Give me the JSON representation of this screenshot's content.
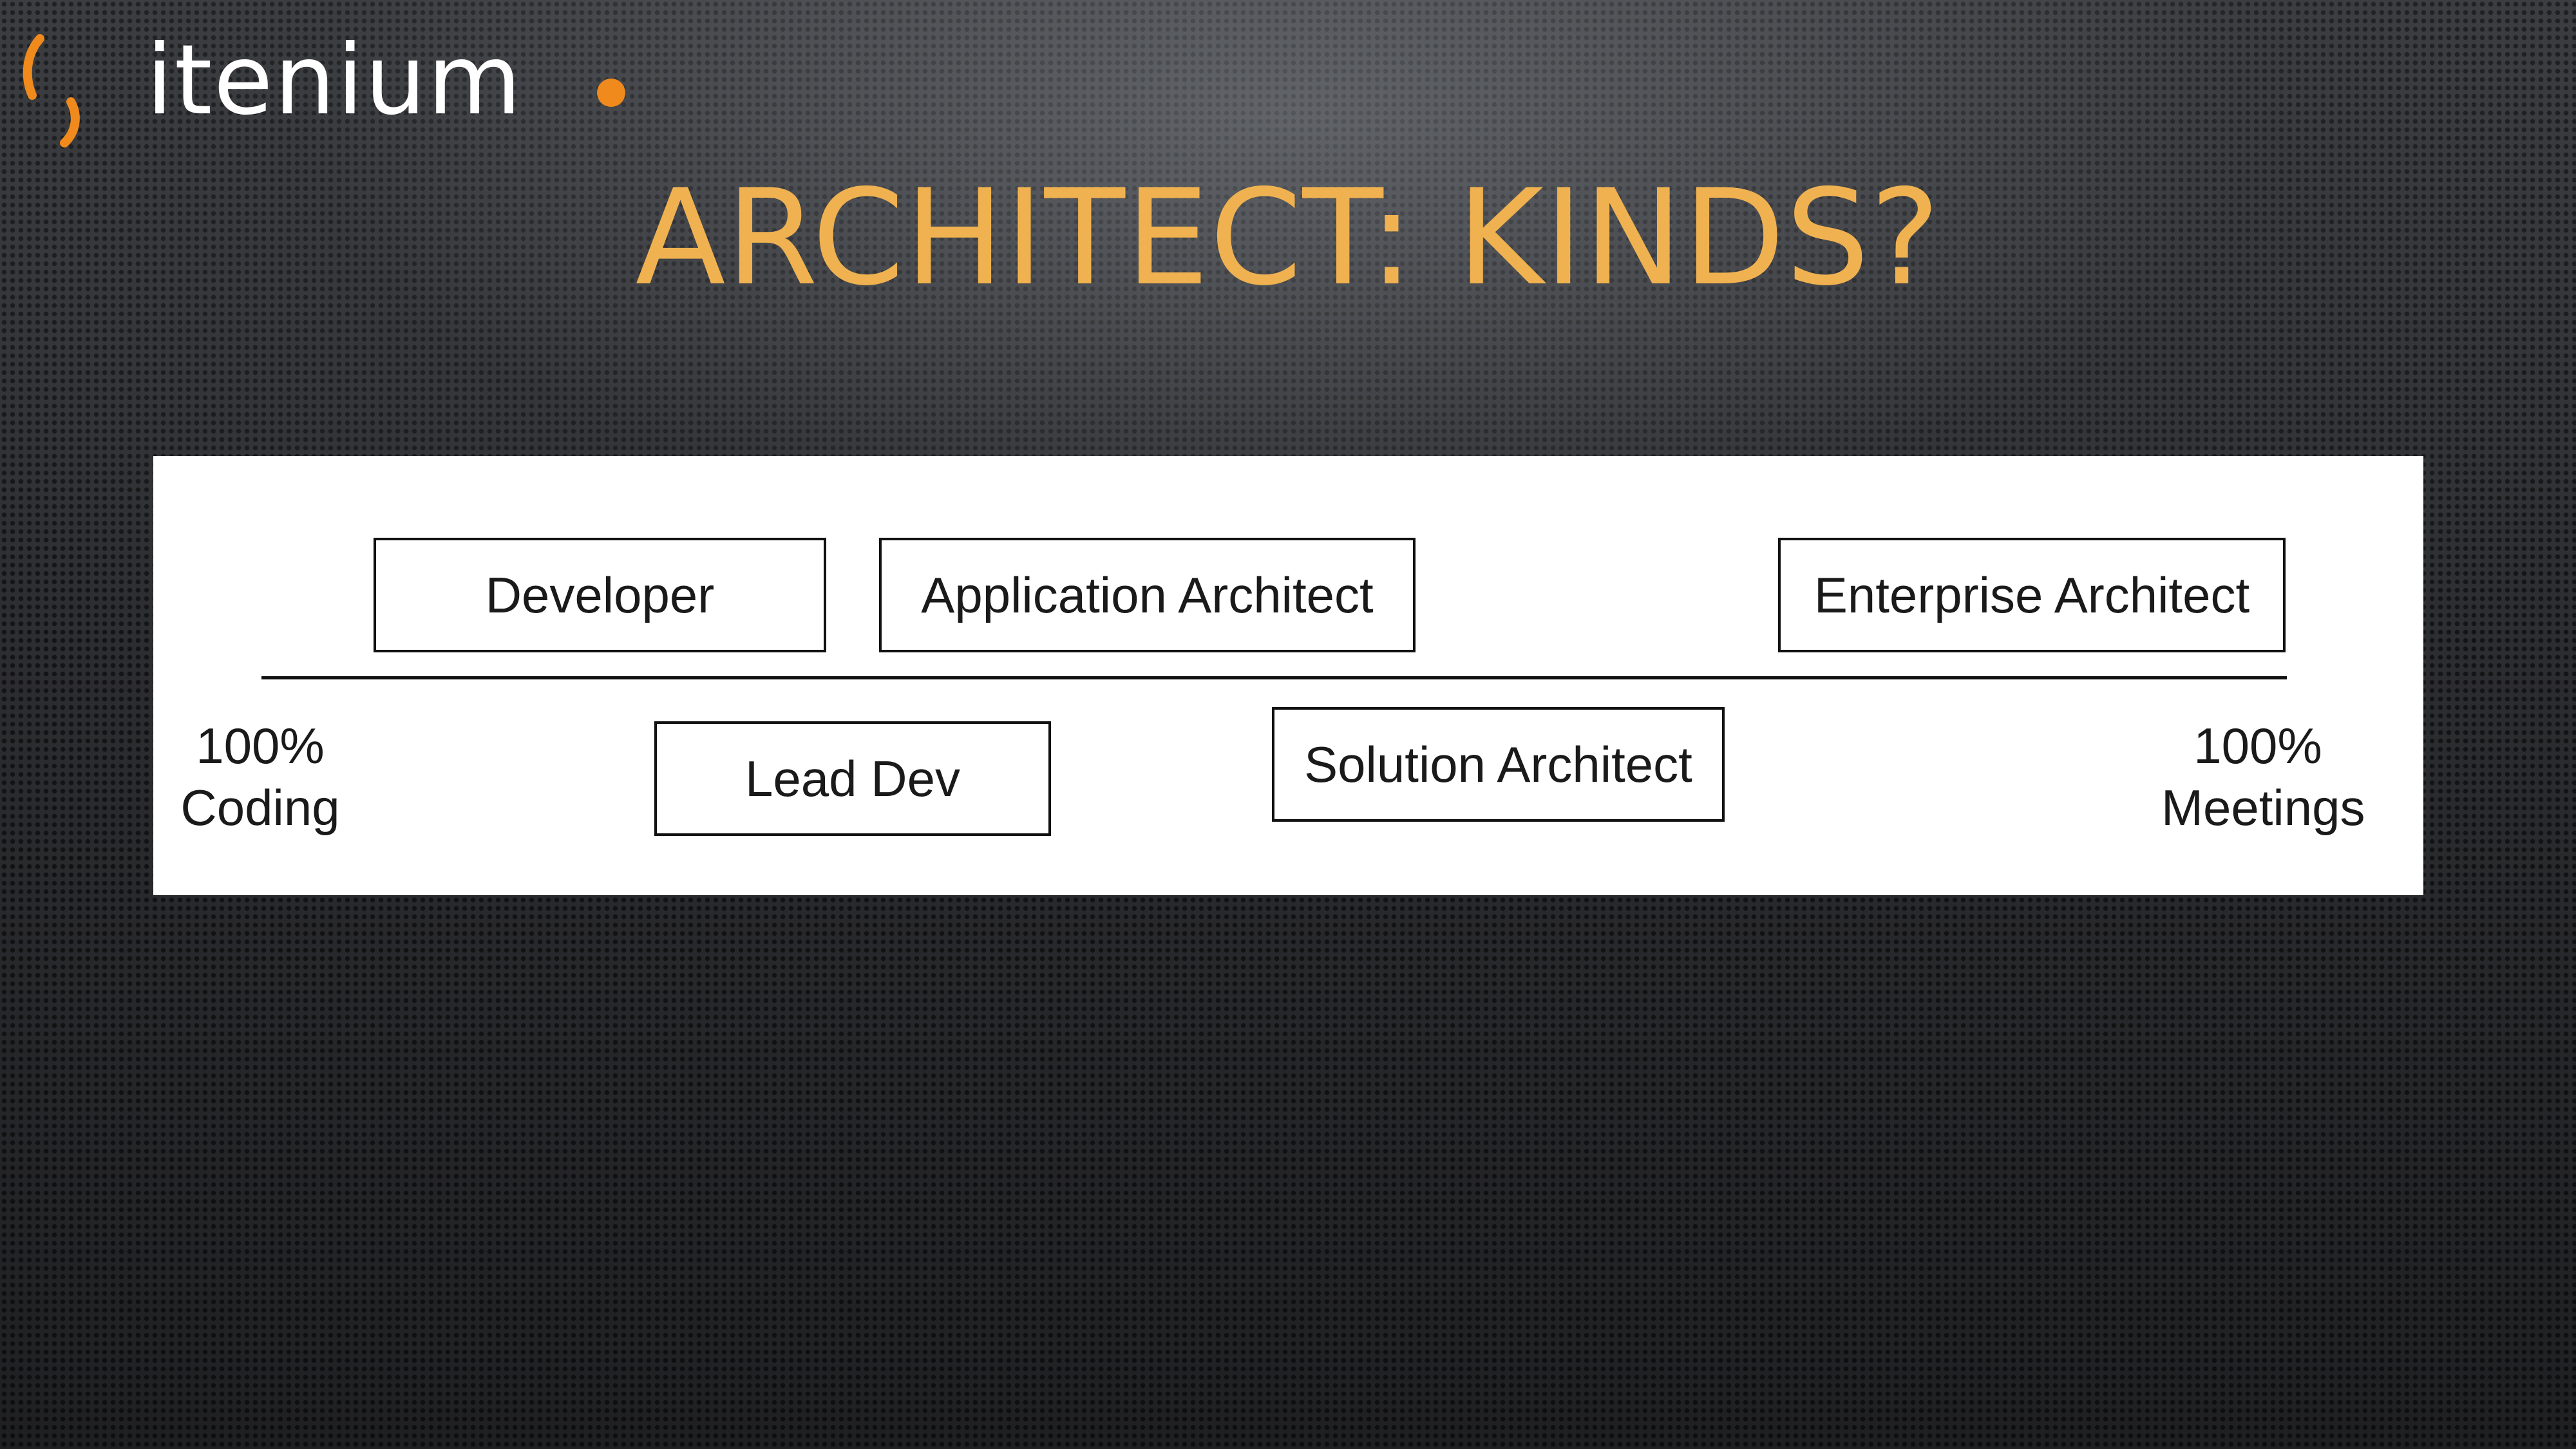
{
  "logo": {
    "text": "itenium",
    "accent_color": "#f08a1c"
  },
  "title": "ARCHITECT: KINDS?",
  "title_color": "#f0b250",
  "diagram": {
    "axis_start": {
      "value": "100%",
      "label": "Coding"
    },
    "axis_end": {
      "value": "100%",
      "label": "Meetings"
    },
    "roles_above": [
      "Developer",
      "Application Architect",
      "Enterprise Architect"
    ],
    "roles_below": [
      "Lead Dev",
      "Solution Architect"
    ]
  }
}
